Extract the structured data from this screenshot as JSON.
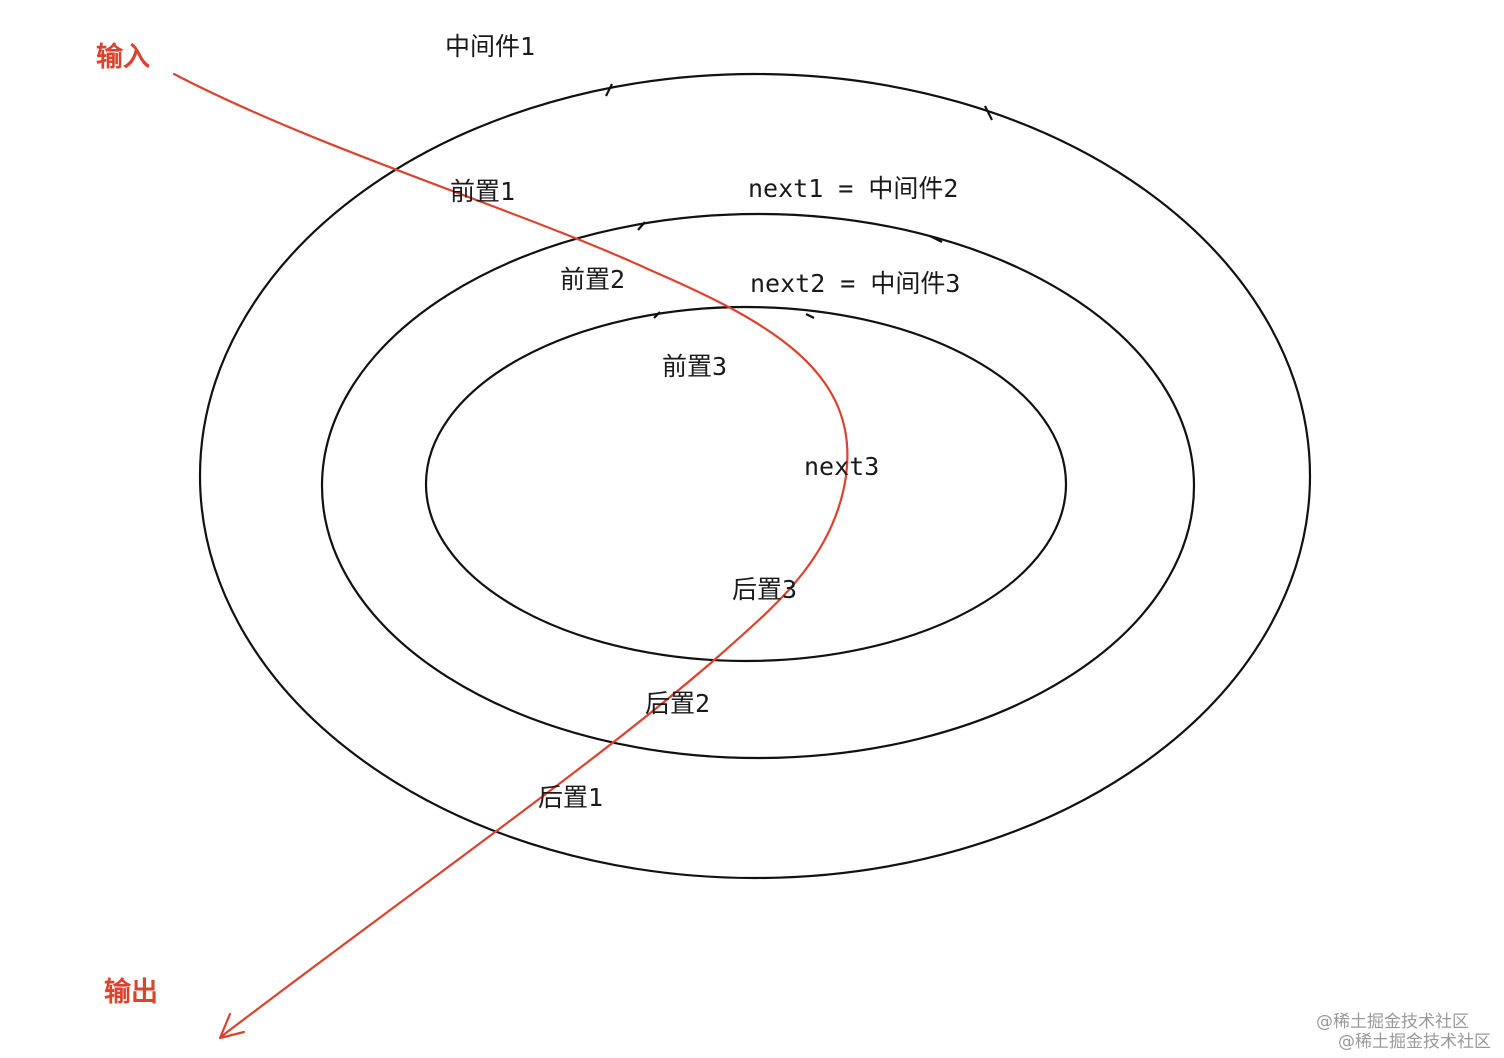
{
  "diagram": {
    "colors": {
      "ring": "#111111",
      "flow": "#d9432f",
      "text": "#1a1a1a",
      "watermark": "#9a9a9a"
    },
    "labels": {
      "middleware1": "中间件1",
      "input": "输入",
      "output": "输出",
      "pre1": "前置1",
      "pre2": "前置2",
      "pre3": "前置3",
      "next1": "next1 = 中间件2",
      "next2": "next2 = 中间件3",
      "next3": "next3",
      "post1": "后置1",
      "post2": "后置2",
      "post3": "后置3"
    },
    "watermark": {
      "line1": "@稀土掘金技术社区",
      "line2": "@稀土掘金技术社区"
    }
  }
}
